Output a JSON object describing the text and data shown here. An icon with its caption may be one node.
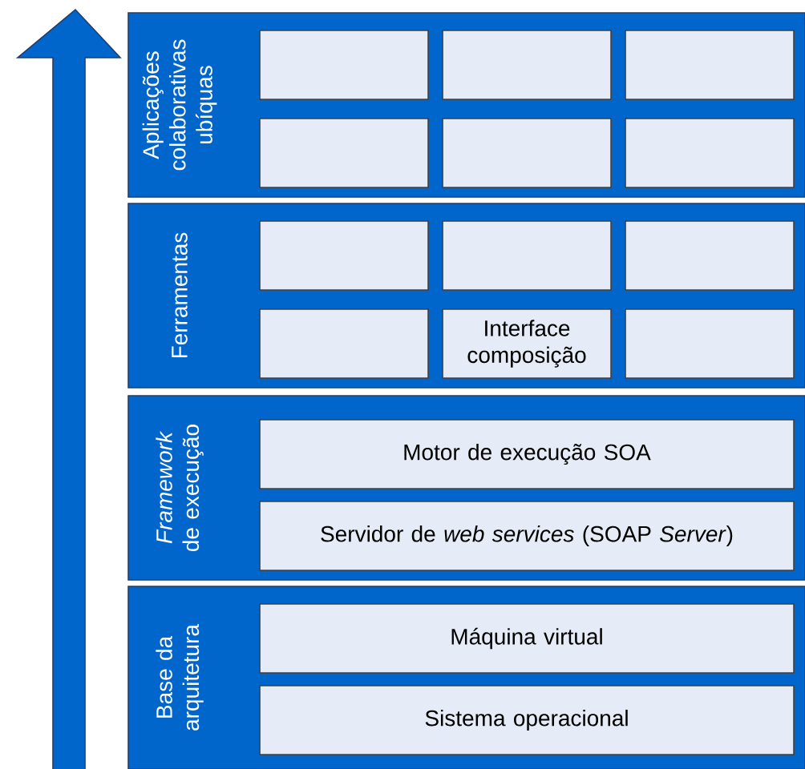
{
  "diagram": {
    "nodes": [
      {
        "text": [
          "Aplicações colaborativas ubíquas"
        ]
      },
      {
        "text": [],
        "shape": "box",
        "in": 0
      },
      {
        "text": [],
        "shape": "box",
        "in": 0
      },
      {
        "text": [],
        "shape": "box",
        "in": 0
      },
      {
        "text": [],
        "shape": "box",
        "in": 0
      },
      {
        "text": [],
        "shape": "box",
        "in": 0
      },
      {
        "text": [],
        "shape": "box",
        "in": 0
      },
      {
        "text": [
          "Ferramentas"
        ]
      },
      {
        "text": [],
        "shape": "box",
        "in": 7
      },
      {
        "text": [],
        "shape": "box",
        "in": 7
      },
      {
        "text": [],
        "shape": "box",
        "in": 7
      },
      {
        "text": [],
        "shape": "box",
        "in": 7
      },
      {
        "text": [
          "Interface composição"
        ],
        "in": 7
      },
      {
        "text": [],
        "shape": "box",
        "in": 7
      },
      {
        "text": [
          "*Framework* de execução"
        ]
      },
      {
        "text": [
          "Motor de execução SOA"
        ],
        "in": 14
      },
      {
        "text": [
          "Servidor de *web services* (SOAP *Server*)"
        ],
        "in": 14
      },
      {
        "text": [
          "Base da arquitetura"
        ]
      },
      {
        "text": [
          "Máquina virtual"
        ],
        "in": 17
      },
      {
        "text": [
          "Sistema operacional"
        ],
        "in": 17
      }
    ]
  }
}
